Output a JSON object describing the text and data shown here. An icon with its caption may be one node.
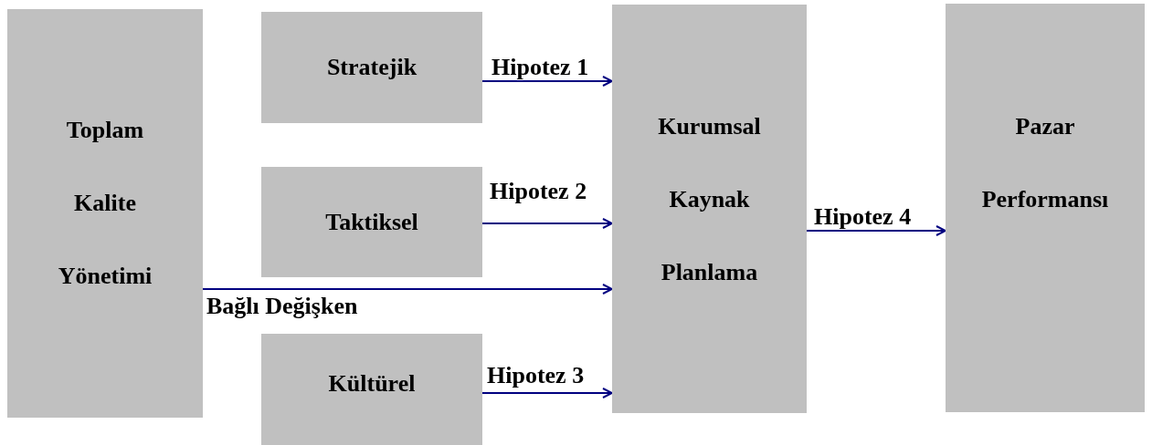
{
  "diagram": {
    "nodes": [
      {
        "text": [
          "Toplam Kalite Yönetimi"
        ]
      },
      {
        "text": [
          "Stratejik"
        ]
      },
      {
        "text": [
          "Taktiksel"
        ]
      },
      {
        "text": [
          "Kültürel"
        ]
      },
      {
        "text": [
          "Kurumsal Kaynak Planlama"
        ]
      },
      {
        "text": [
          "Pazar Performansı"
        ]
      }
    ],
    "edges": [
      {
        "from": 1,
        "to": 4,
        "arrow": "to",
        "label": "Hipotez 1"
      },
      {
        "from": 2,
        "to": 4,
        "arrow": "to",
        "label": "Hipotez 2"
      },
      {
        "from": 0,
        "to": 4,
        "arrow": "to",
        "label": "Bağlı Değişken"
      },
      {
        "from": 3,
        "to": 4,
        "arrow": "to",
        "label": "Hipotez 3"
      },
      {
        "from": 4,
        "to": 5,
        "arrow": "to",
        "label": "Hipotez 4"
      }
    ]
  }
}
